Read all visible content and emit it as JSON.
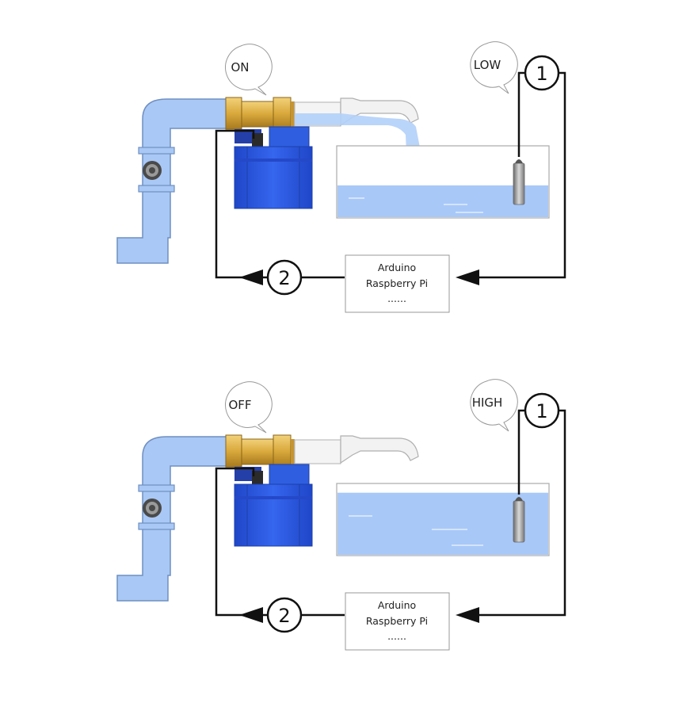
{
  "panels": [
    {
      "valve_state": "ON",
      "level_state": "LOW",
      "sensor_marker": "1",
      "controller_marker": "2",
      "controller_lines": [
        "Arduino",
        "Raspberry Pi",
        "......"
      ],
      "water_flowing": true,
      "water_fill_fraction": 0.45
    },
    {
      "valve_state": "OFF",
      "level_state": "HIGH",
      "sensor_marker": "1",
      "controller_marker": "2",
      "controller_lines": [
        "Arduino",
        "Raspberry Pi",
        "......"
      ],
      "water_flowing": false,
      "water_fill_fraction": 0.88
    }
  ],
  "colors": {
    "pipe": "#a9c8f5",
    "pipe_stroke": "#6f8fc0",
    "valve_brass": "#d9a93c",
    "actuator": "#2f5fe0",
    "water": "#a8c8f8",
    "wire": "#111111"
  },
  "icons": {
    "flow_meter": "gear-icon",
    "probe": "level-sensor-icon",
    "arrow": "arrow-left-icon"
  }
}
